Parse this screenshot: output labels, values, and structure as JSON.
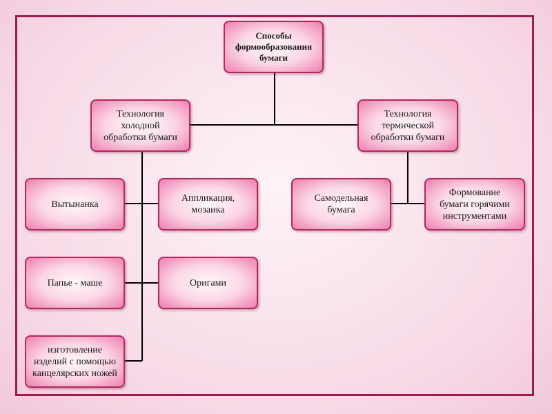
{
  "diagram": {
    "root": "Способы\nформообразования\nбумаги",
    "cold_tech": "Технология\nхолодной\nобработки бумаги",
    "thermal_tech": "Технология\nтермической\nобработки бумаги",
    "vytynanka": "Вытынанка",
    "applique": "Аппликация,\nмозаика",
    "papier_mache": "Папье - маше",
    "origami": "Оригами",
    "knife_products": "изготовление\nизделий с помощью\nканцелярских ножей",
    "homemade_paper": "Самодельная\nбумага",
    "hot_forming": "Формование\nбумаги горячими\nинструментами"
  },
  "colors": {
    "border": "#9e1a55",
    "node_border": "#b3275f",
    "node_fill_center": "#fff7fa",
    "node_fill_edge": "#ef7fb0",
    "connector": "#000000"
  }
}
